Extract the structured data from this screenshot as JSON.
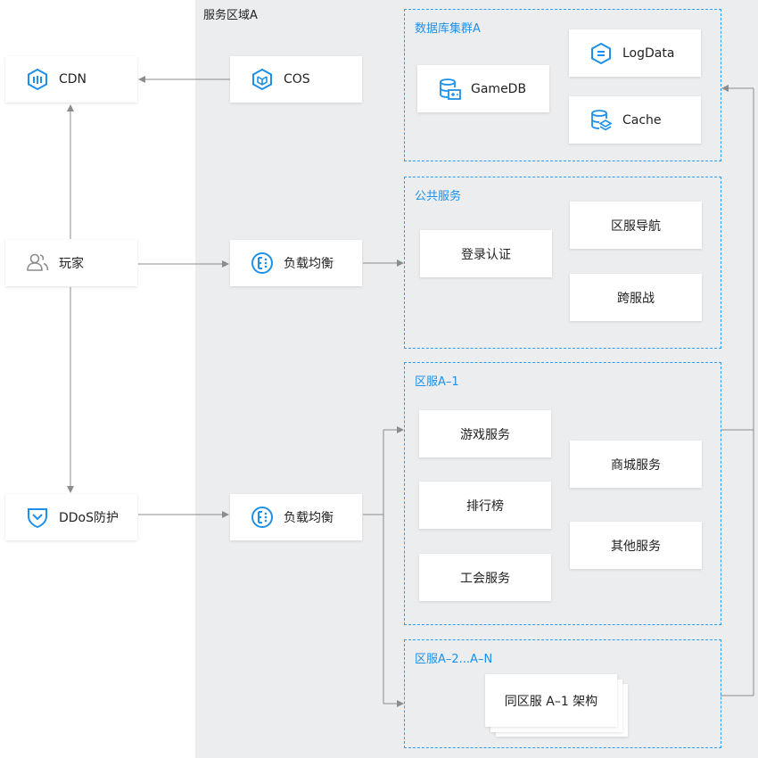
{
  "region": {
    "title": "服务区域A"
  },
  "left_nodes": {
    "cdn": "CDN",
    "player": "玩家",
    "ddos": "DDoS防护"
  },
  "mid_nodes": {
    "cos": "COS",
    "lb1": "负载均衡",
    "lb2": "负载均衡"
  },
  "groups": {
    "db": {
      "title": "数据库集群A",
      "gamedb": "GameDB",
      "logdata": "LogData",
      "cache": "Cache"
    },
    "public": {
      "title": "公共服务",
      "login": "登录认证",
      "nav": "区服导航",
      "cross": "跨服战"
    },
    "zone1": {
      "title": "区服A–1",
      "game": "游戏服务",
      "rank": "排行榜",
      "guild": "工会服务",
      "shop": "商城服务",
      "other": "其他服务"
    },
    "zoneN": {
      "title": "区服A–2...A–N",
      "same": "同区服 A–1 架构"
    }
  },
  "colors": {
    "accent": "#1e90e8",
    "region_bg": "#ecedef",
    "line": "#8c8c8c"
  },
  "icons": [
    "cdn-icon",
    "cos-icon",
    "user-group-icon",
    "ddos-shield-icon",
    "load-balancer-icon",
    "database-icon",
    "log-icon",
    "cache-icon"
  ]
}
